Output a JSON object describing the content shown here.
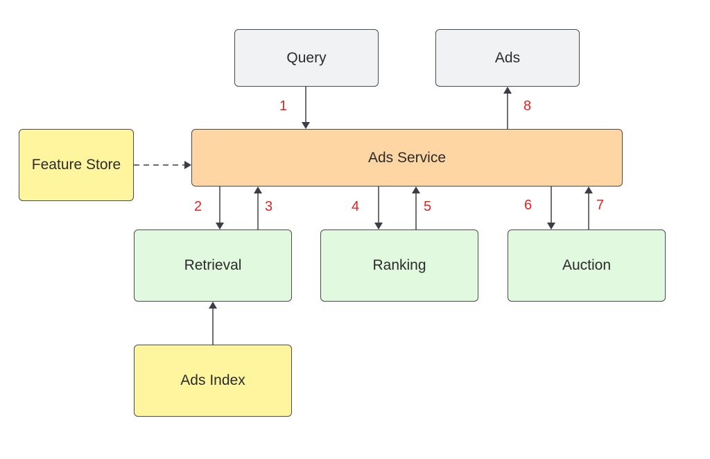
{
  "nodes": {
    "query": "Query",
    "ads": "Ads",
    "ads_service": "Ads Service",
    "feature_store": "Feature Store",
    "retrieval": "Retrieval",
    "ranking": "Ranking",
    "auction": "Auction",
    "ads_index": "Ads Index"
  },
  "steps": {
    "s1": "1",
    "s2": "2",
    "s3": "3",
    "s4": "4",
    "s5": "5",
    "s6": "6",
    "s7": "7",
    "s8": "8"
  },
  "colors": {
    "gray_box": "#f1f2f4",
    "service_box": "#fed6a4",
    "component_box": "#e1f9df",
    "store_box": "#fef59e",
    "step_label": "#e52222",
    "connector": "#3d3d4a"
  }
}
